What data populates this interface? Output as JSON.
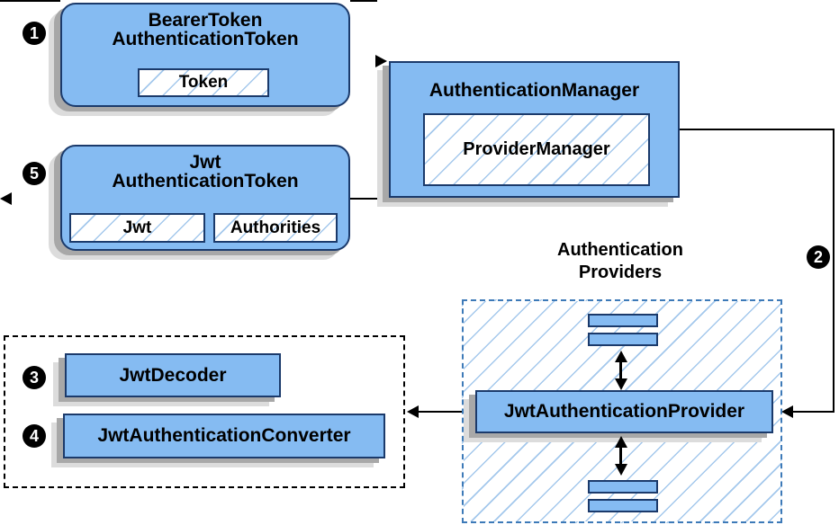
{
  "nodes": {
    "bearer_token": {
      "line1": "BearerToken",
      "line2": "AuthenticationToken",
      "field": "Token"
    },
    "authentication_manager": {
      "title": "AuthenticationManager",
      "field": "ProviderManager"
    },
    "jwt_authentication_token": {
      "line1": "Jwt",
      "line2": "AuthenticationToken",
      "field_jwt": "Jwt",
      "field_authorities": "Authorities"
    },
    "authentication_providers": {
      "label_line1": "Authentication",
      "label_line2": "Providers"
    },
    "jwt_authentication_provider": {
      "title": "JwtAuthenticationProvider"
    },
    "jwt_decoder": {
      "title": "JwtDecoder"
    },
    "jwt_authentication_converter": {
      "title": "JwtAuthenticationConverter"
    }
  },
  "steps": {
    "step1": "1",
    "step2": "2",
    "step3": "3",
    "step4": "4",
    "step5": "5"
  },
  "colors": {
    "node_fill": "#85bbf2",
    "node_border": "#1b3a6b",
    "hatch_line": "#a4c8ec",
    "providers_dash_border": "#3d7ab8",
    "plain_dash_border": "#000000",
    "shadow_dark": "#a8a8a8",
    "shadow_light": "#dcdcdc",
    "connector": "#000000",
    "badge_bg": "#000000",
    "badge_text": "#ffffff"
  }
}
